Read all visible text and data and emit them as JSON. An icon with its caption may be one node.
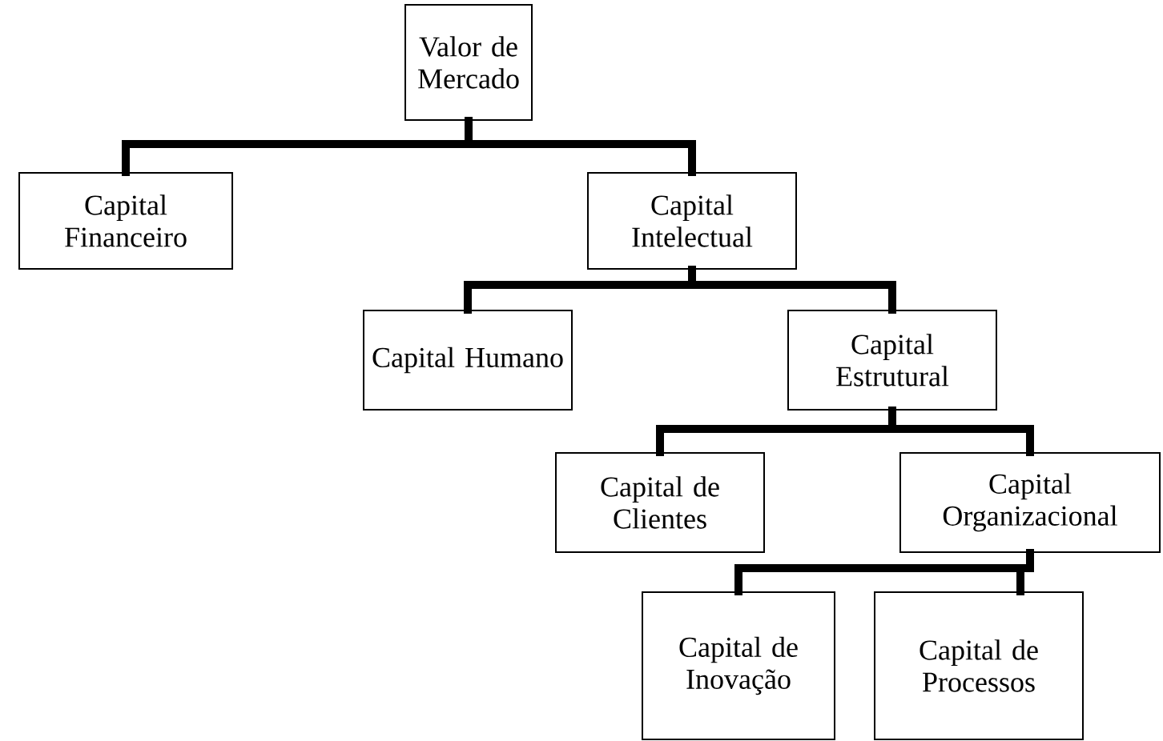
{
  "diagram": {
    "nodes": [
      {
        "text": [
          "Valor de Mercado"
        ]
      },
      {
        "text": [
          "Capital Financeiro"
        ]
      },
      {
        "text": [
          "Capital Intelectual"
        ]
      },
      {
        "text": [
          "Capital Humano"
        ]
      },
      {
        "text": [
          "Capital Estrutural"
        ]
      },
      {
        "text": [
          "Capital de Clientes"
        ]
      },
      {
        "text": [
          "Capital Organizacional"
        ]
      },
      {
        "text": [
          "Capital de Inovação"
        ]
      },
      {
        "text": [
          "Capital de Processos"
        ]
      }
    ],
    "edges": [
      {
        "from": 0,
        "to": 1,
        "arrow": "none"
      },
      {
        "from": 0,
        "to": 2,
        "arrow": "none"
      },
      {
        "from": 2,
        "to": 3,
        "arrow": "none"
      },
      {
        "from": 2,
        "to": 4,
        "arrow": "none"
      },
      {
        "from": 4,
        "to": 5,
        "arrow": "none"
      },
      {
        "from": 4,
        "to": 6,
        "arrow": "none"
      },
      {
        "from": 6,
        "to": 7,
        "arrow": "none"
      },
      {
        "from": 6,
        "to": 8,
        "arrow": "none"
      }
    ]
  }
}
